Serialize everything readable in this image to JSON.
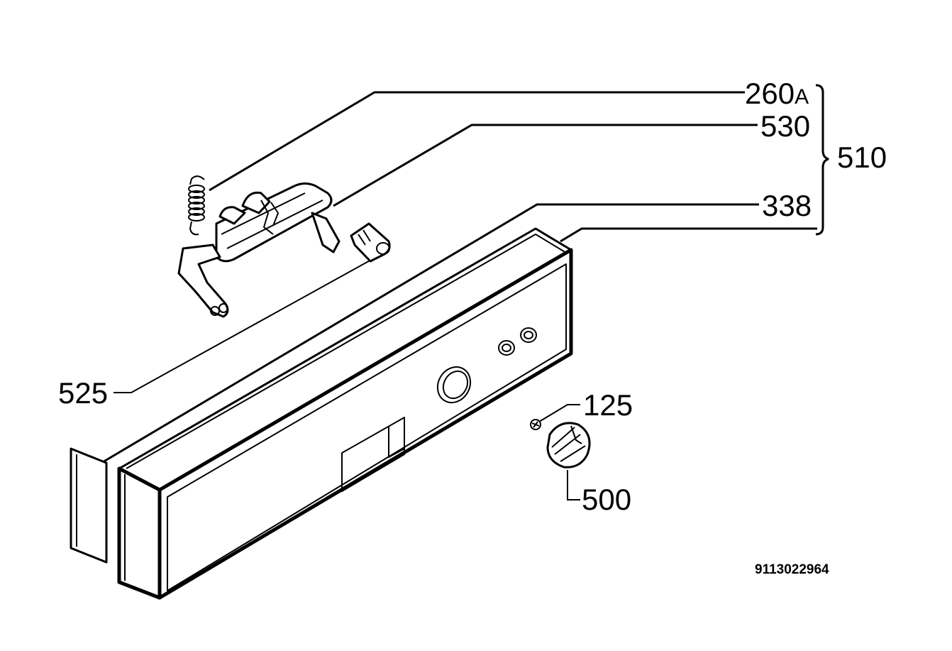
{
  "callouts": {
    "c260": "260",
    "c260_suffix": "A",
    "c530": "530",
    "c510": "510",
    "c338": "338",
    "c525": "525",
    "c125": "125",
    "c500": "500"
  },
  "document_id": "9113022964",
  "colors": {
    "line": "#000000",
    "background": "#ffffff"
  }
}
